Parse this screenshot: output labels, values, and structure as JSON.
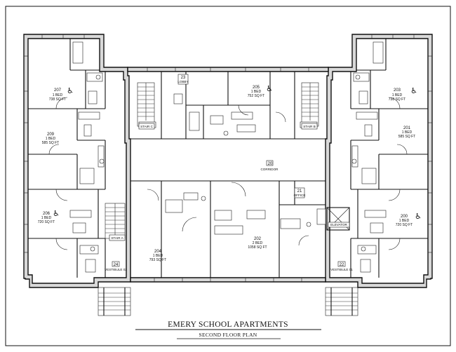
{
  "title": "EMERY SCHOOL APARTMENTS",
  "subtitle": "SECOND FLOOR PLAN",
  "units": [
    {
      "num": "207",
      "line1": "1 BED",
      "line2": "738 SQ FT"
    },
    {
      "num": "203",
      "line1": "1 BED",
      "line2": "738 SQ FT"
    },
    {
      "num": "205",
      "line1": "1 BED",
      "line2": "752 SQ FT"
    },
    {
      "num": "209",
      "line1": "1 BED",
      "line2": "585 SQ FT"
    },
    {
      "num": "201",
      "line1": "1 BED",
      "line2": "585 SQ FT"
    },
    {
      "num": "206",
      "line1": "1 BED",
      "line2": "720 SQ FT"
    },
    {
      "num": "200",
      "line1": "1 BED",
      "line2": "720 SQ FT"
    },
    {
      "num": "204",
      "line1": "1 BED",
      "line2": "793 SQ FT"
    },
    {
      "num": "202",
      "line1": "2 BED",
      "line2": "1058 SQ FT"
    }
  ],
  "spaces": {
    "lobby_num": "23",
    "lobby_label": "LOBBY",
    "corridor_num": "20",
    "corridor_label": "CORRIDOR",
    "office_num": "21",
    "office_label": "OFFICE",
    "elevator_label": "ELEVATOR",
    "stair_c": "STAIR C",
    "stair_b": "STAIR B",
    "stair_a": "STAIR A",
    "vest_02_num": "24",
    "vest_02_label": "VESTIBULE 02",
    "vest_01_num": "22",
    "vest_01_label": "VESTIBULE 01"
  },
  "icons": [
    "accessible-icon"
  ]
}
